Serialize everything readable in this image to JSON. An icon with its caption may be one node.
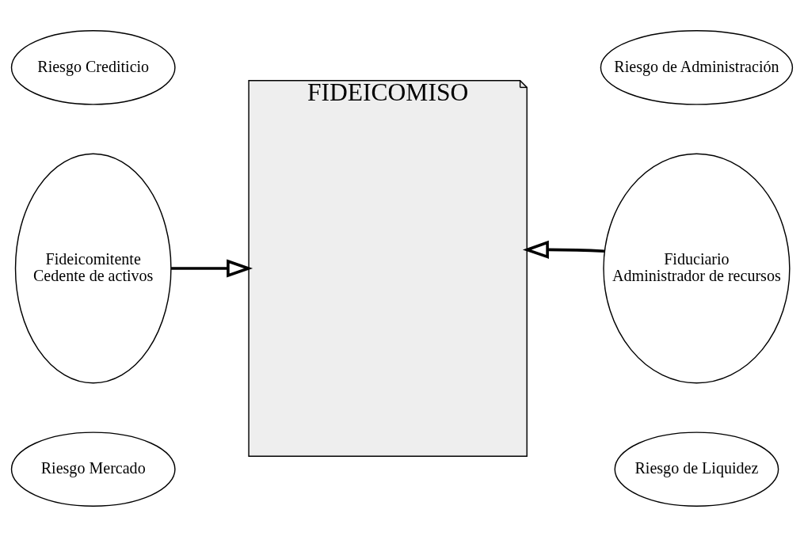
{
  "diagram": {
    "nodes": [
      {
        "text": [
          "Riesgo Crediticio"
        ]
      },
      {
        "text": [
          "Riesgo de Administración"
        ]
      },
      {
        "text": [
          "Fideicomitente",
          "Cedente de activos"
        ]
      },
      {
        "text": [
          "FIDEICOMISO"
        ]
      },
      {
        "text": [
          "Fiduciario",
          "Administrador de recursos"
        ]
      },
      {
        "text": [
          "Riesgo Mercado"
        ]
      },
      {
        "text": [
          "Riesgo de Liquidez"
        ]
      }
    ],
    "edges": [
      {
        "from": 2,
        "to": 3,
        "arrow": "to"
      },
      {
        "from": 4,
        "to": 3,
        "arrow": "to"
      }
    ]
  }
}
